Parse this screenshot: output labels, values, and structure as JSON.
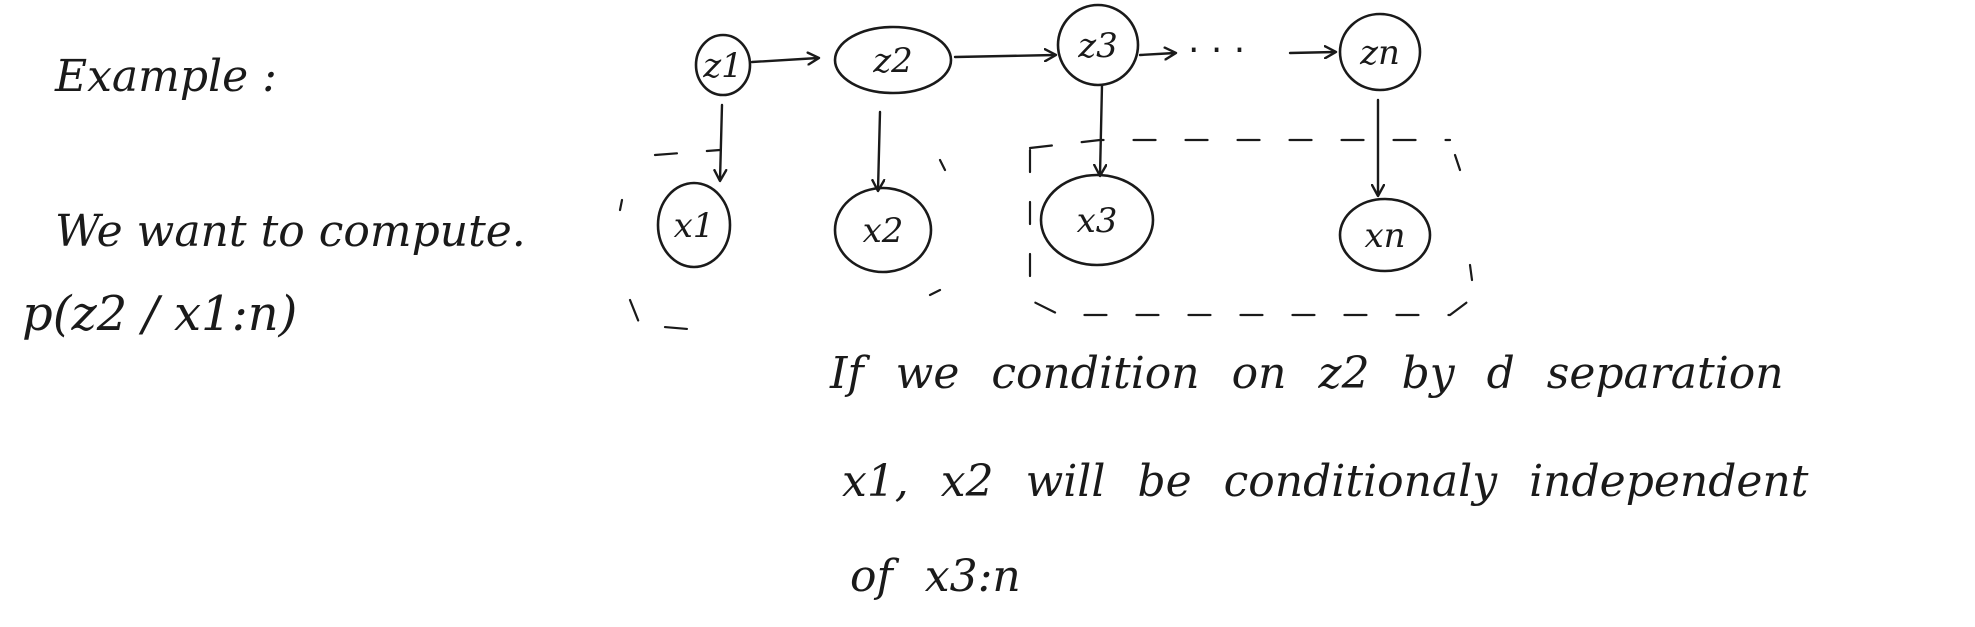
{
  "notes": {
    "example": "Example :",
    "want": "We want to compute.",
    "probability": "p(z2 / x1:n)",
    "line1": "If we condition on z2 by d separation",
    "line2": "x1, x2 will be conditionaly independent",
    "line3": "of x3:n"
  },
  "diagram": {
    "hidden_nodes": [
      "z1",
      "z2",
      "z3",
      "zn"
    ],
    "observed_nodes": [
      "x1",
      "x2",
      "x3",
      "xn"
    ],
    "ellipsis": "· · ·",
    "edges": [
      [
        "z1",
        "z2"
      ],
      [
        "z2",
        "z3"
      ],
      [
        "z3",
        "zn"
      ],
      [
        "z1",
        "x1"
      ],
      [
        "z2",
        "x2"
      ],
      [
        "z3",
        "x3"
      ],
      [
        "zn",
        "xn"
      ]
    ]
  }
}
